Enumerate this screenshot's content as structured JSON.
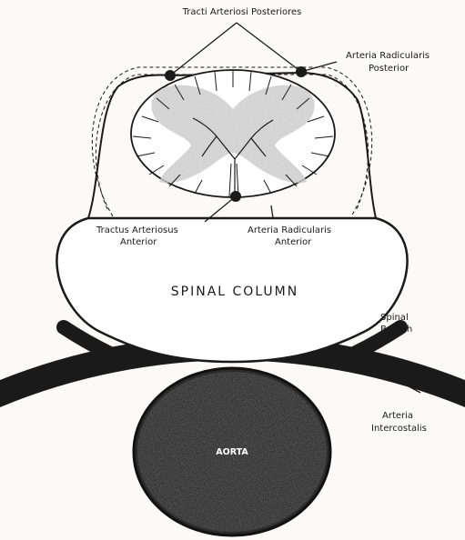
{
  "labels": {
    "tracti_arteriosi_posteriores": "Tracti Arteriosi Posteriores",
    "arteria_radicularis_posterior_line1": "Arteria Radicularis",
    "arteria_radicularis_posterior_line2": "Posterior",
    "tractus_arteriosus_anterior_line1": "Tractus Arteriosus",
    "tractus_arteriosus_anterior_line2": "Anterior",
    "arteria_radicularis_anterior_line1": "Arteria Radicularis",
    "arteria_radicularis_anterior_line2": "Anterior",
    "spinal_column": "SPINAL COLUMN",
    "spinal_branch_line1": "Spinal",
    "spinal_branch_line2": "Branch",
    "arteria_intercostalis_line1": "Arteria",
    "arteria_intercostalis_line2": "Intercostalis",
    "aorta": "AORTA"
  },
  "colors": {
    "ink": "#1a1a1a",
    "aorta_fill": "#2b2b2b",
    "gray_matter": "#cfcfcf",
    "background": "#fbfaf8"
  }
}
